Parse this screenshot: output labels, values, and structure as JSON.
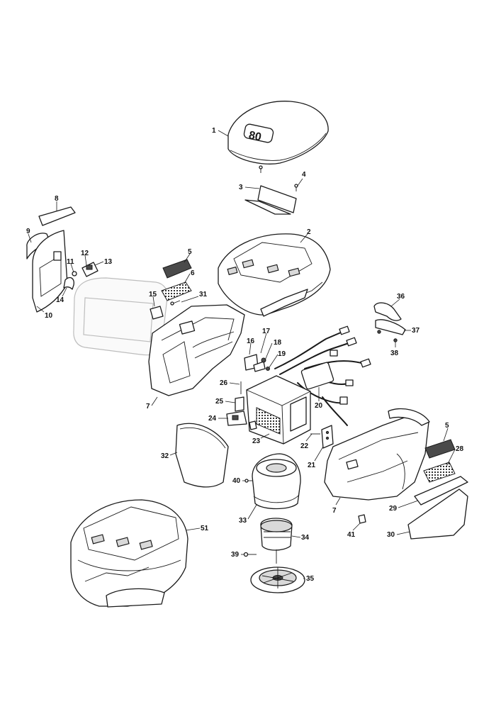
{
  "diagram": {
    "callouts": [
      "1",
      "2",
      "3",
      "4",
      "5",
      "6",
      "7",
      "8",
      "9",
      "10",
      "11",
      "12",
      "13",
      "14",
      "15",
      "16",
      "17",
      "18",
      "19",
      "20",
      "21",
      "22",
      "23",
      "24",
      "25",
      "26",
      "28",
      "29",
      "30",
      "31",
      "32",
      "33",
      "34",
      "35",
      "36",
      "37",
      "38",
      "39",
      "40",
      "41",
      "51"
    ],
    "cover_emblem": "80"
  }
}
